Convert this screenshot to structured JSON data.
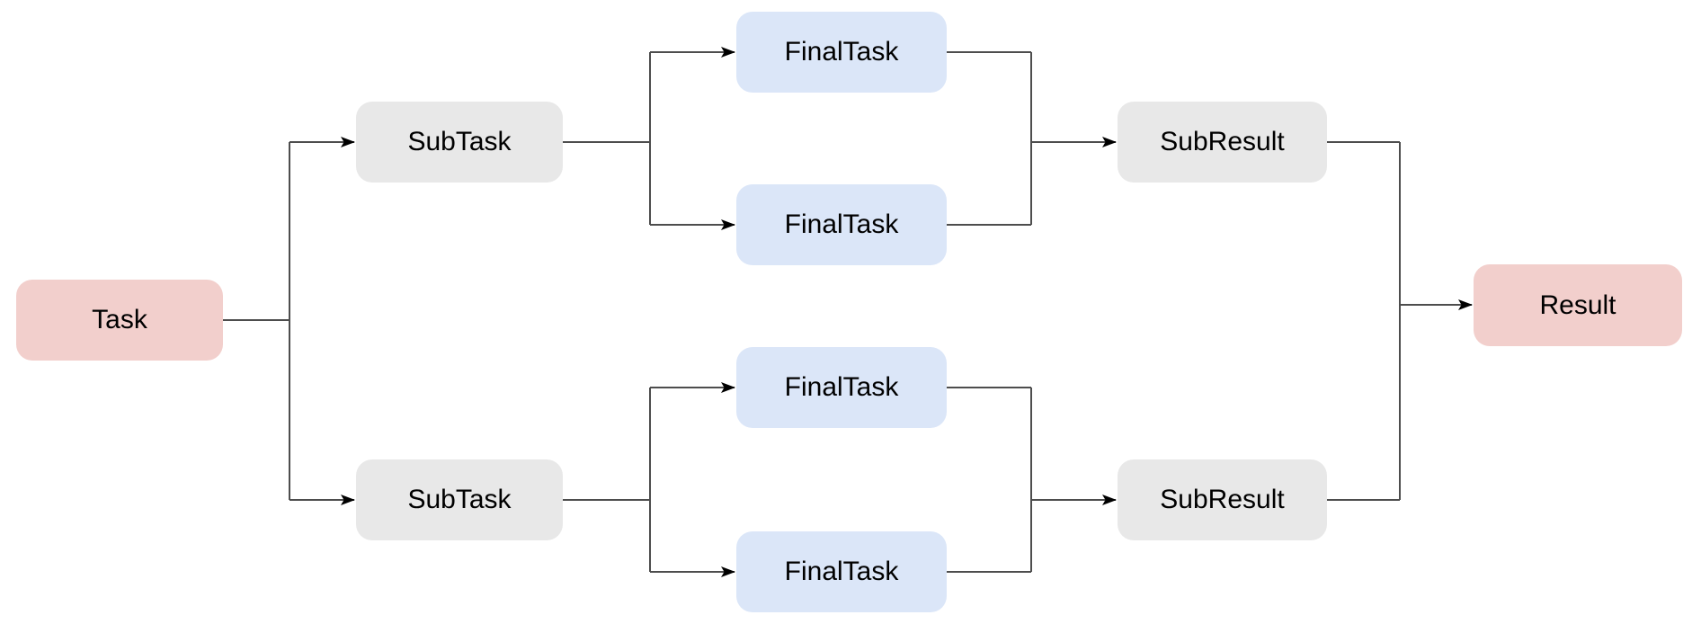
{
  "diagram": {
    "nodes": {
      "task": {
        "label": "Task",
        "fill": "#f2cfcc"
      },
      "subtask_top": {
        "label": "SubTask",
        "fill": "#e8e8e8"
      },
      "subtask_bottom": {
        "label": "SubTask",
        "fill": "#e8e8e8"
      },
      "finaltask_1": {
        "label": "FinalTask",
        "fill": "#dbe6f8"
      },
      "finaltask_2": {
        "label": "FinalTask",
        "fill": "#dbe6f8"
      },
      "finaltask_3": {
        "label": "FinalTask",
        "fill": "#dbe6f8"
      },
      "finaltask_4": {
        "label": "FinalTask",
        "fill": "#dbe6f8"
      },
      "subresult_top": {
        "label": "SubResult",
        "fill": "#e8e8e8"
      },
      "subresult_bottom": {
        "label": "SubResult",
        "fill": "#e8e8e8"
      },
      "result": {
        "label": "Result",
        "fill": "#f2cfcc"
      }
    },
    "colors": {
      "edge": "#4d4d4d",
      "arrowhead": "#000000",
      "text": "#000000",
      "background": "#ffffff"
    }
  }
}
